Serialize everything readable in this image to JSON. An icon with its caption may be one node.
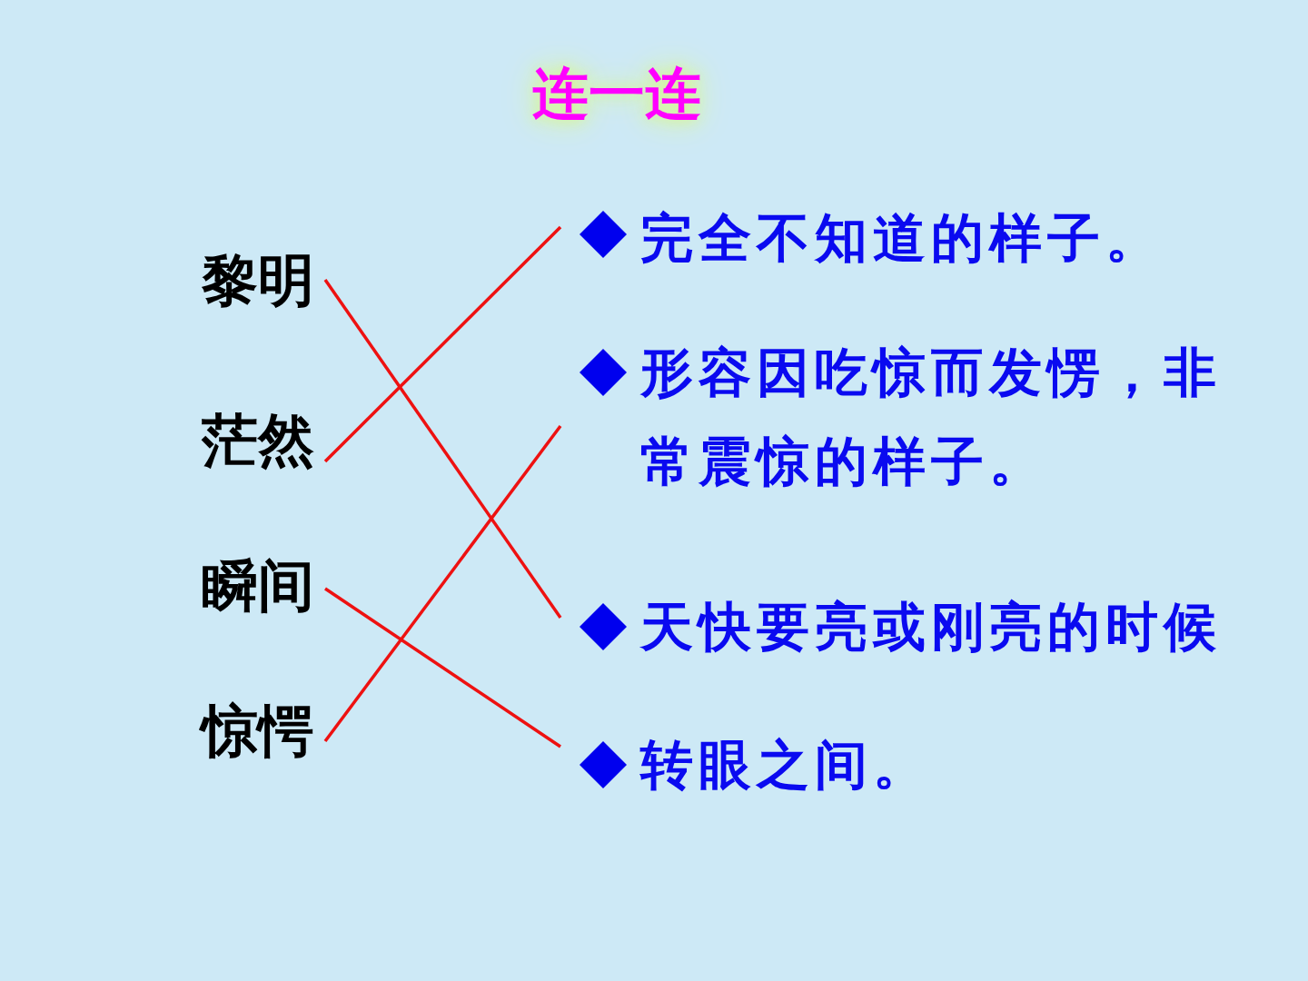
{
  "diagram": {
    "title": "连一连",
    "nodes": [
      {
        "text": [
          "黎明"
        ]
      },
      {
        "text": [
          "茫然"
        ]
      },
      {
        "text": [
          "瞬间"
        ]
      },
      {
        "text": [
          "惊愕"
        ]
      },
      {
        "text": [
          "完全不知道的样子。"
        ]
      },
      {
        "text": [
          "形容因吃惊而发愣，非常震惊的样子。"
        ]
      },
      {
        "text": [
          "天快要亮或刚亮的时候"
        ]
      },
      {
        "text": [
          "转眼之间。"
        ]
      }
    ],
    "edges": [
      {
        "from": 0,
        "to": 6,
        "arrow": "none"
      },
      {
        "from": 1,
        "to": 4,
        "arrow": "none"
      },
      {
        "from": 2,
        "to": 7,
        "arrow": "none"
      },
      {
        "from": 3,
        "to": 5,
        "arrow": "none"
      }
    ]
  }
}
